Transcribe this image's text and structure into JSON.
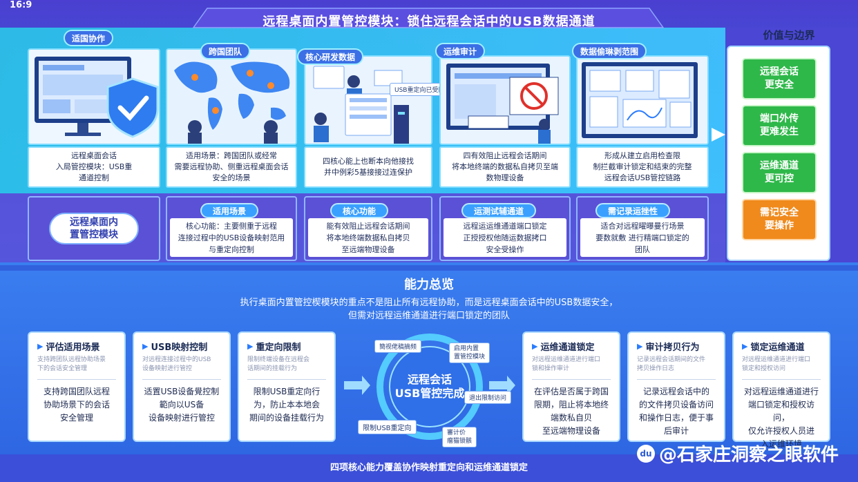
{
  "ratio": "16:9",
  "title": "远程桌面内置管控模块：锁住远程会话中的USB数据通道",
  "top_tags": [
    "适国协作",
    "跨国团队",
    "核心研发数据",
    "运维审计",
    "数据偷琳剥范围"
  ],
  "scene_label": "USB重定向已受限",
  "top_descs": [
    "远程桌面会话\n入局管控模块：USB重\n通道控制",
    "适用场景：跨国团队或经常\n需要远程协助、侧重远程桌面会话\n安全的场景",
    "四核心能上也断本向他接找\n并中例彩5基接接过连保护",
    "四有效阻止远程会话期间\n将本地终端的数据私自拷贝至端\n数物理设备",
    "形成从建立启用检查限\n制拦截审计锁定和结束的完整\n远程会话USB管控链路"
  ],
  "side_title": "价值与边界",
  "side_buttons": [
    "远程会话\n更安全",
    "端口外传\n更难发生",
    "运维通道\n更可控",
    "需记安全\n要操作"
  ],
  "module_label": "远程桌面内\n置管控模块",
  "mid_pills": [
    "适用场景",
    "核心功能",
    "运测试辅通道",
    "需记录运挫性"
  ],
  "mid_texts": [
    "核心功能：主要侧重于远程\n连接过程中的USB设备映射范用\n与重定向控制",
    "能有效阻止远程会话期间\n将本地终端数据私自拷贝\n至远端物理设备",
    "远程运运维通道端口锁定\n正授授权他随运数据拷口\n安全受操作",
    "适合对远程曜曝曼行场景\n要数就敷 进行精端口锁定的\n团队"
  ],
  "overview_title": "能力总览",
  "overview_line1": "执行桌面内置管控楔模块的重点不是阻止所有远程协助，而是远程桌面会话中的USB数据安全，",
  "overview_line2": "但需对远程运维通道进行端口锁定的团队",
  "cards": [
    {
      "title": "评估适用场景",
      "sub": "支持跨团队远程协助场景\n下的会话安全管理",
      "body": "支持跨国团队远程\n协助场景下的会话\n安全管理"
    },
    {
      "title": "USB映射控制",
      "sub": "对远程连接过程中的USB\n设备映射进行管控",
      "body": "适置USB设备覺控制\n範向以US备\n设备映射进行管控"
    },
    {
      "title": "重定向限制",
      "sub": "限制终端设备在远程会\n话期间的挂载行为",
      "body": "限制USB重定向行\n为，防止本本地会\n期间的设备挂载行为"
    },
    {
      "title": "运维通道锁定",
      "sub": "对远程运维通道进行端口\n锁和操作审计",
      "body": "在评估是否属于跨国\n限期，阻止将本地终\n端数私自贝\n至远端物理设备"
    },
    {
      "title": "审计拷贝行为",
      "sub": "记录远程会话期间的文件\n拷贝操作日志",
      "body": "记录远程会话中的\n的文件拷贝设备访问\n和操作日志，便于事\n后审计"
    },
    {
      "title": "锁定运维通道",
      "sub": "对远程运维通道进行端口\n锁定和授权访问",
      "body": "对远程运维通道进行\n端口锁定和授权访问，\n仅允许授权人员进\n入运维环境"
    }
  ],
  "cycle_center": "远程会话\nUSB管控完成",
  "cycle_labels": [
    "簡视佬稿摘频",
    "启用内置\n置管控模块",
    "退出限制访问",
    "審计价\n瘤猫锁骸",
    "限制USB重定向"
  ],
  "footer": "四项核心能力覆盖协作映射重定向和运维通道锁定",
  "watermark": "@石家庄洞察之眼软件",
  "colors": {
    "green": "#2fb84a",
    "orange": "#f08a1c",
    "accent": "#2a7cff",
    "purple": "#5b51d6"
  }
}
